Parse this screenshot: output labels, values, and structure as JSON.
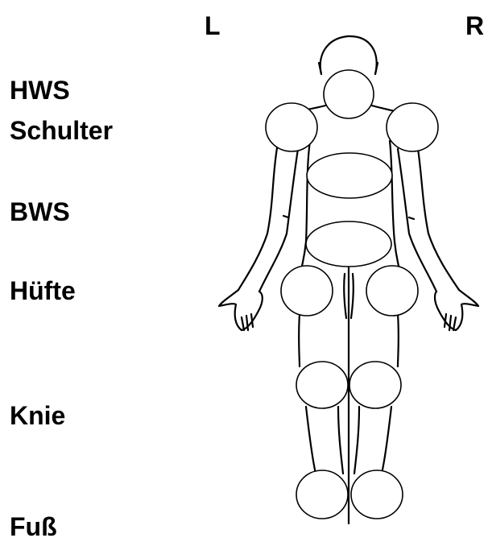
{
  "side_labels": {
    "left": "L",
    "right": "R"
  },
  "region_labels": {
    "hws": "HWS",
    "schulter": "Schulter",
    "bws": "BWS",
    "huefte": "Hüfte",
    "knie": "Knie",
    "fuss": "Fuß"
  }
}
